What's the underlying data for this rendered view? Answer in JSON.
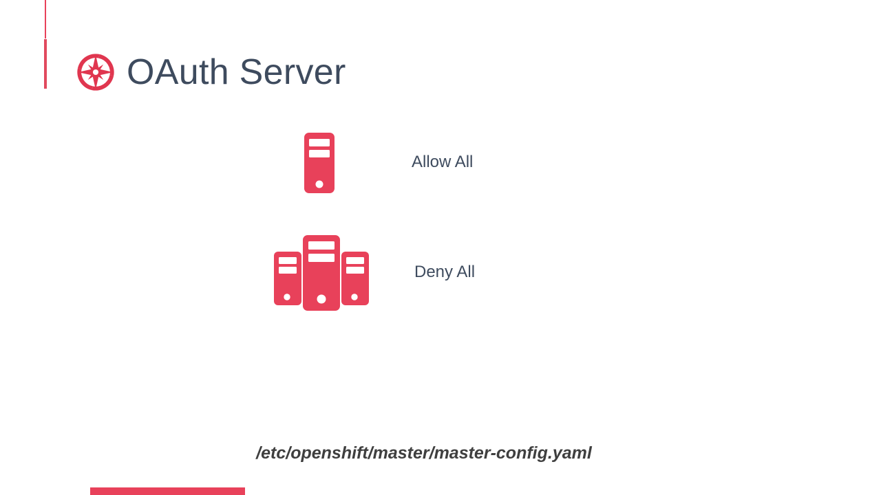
{
  "slide": {
    "title": "OAuth Server",
    "logo_icon": "compass-rose-icon",
    "accent_color": "#e8415a",
    "title_color": "#3e4b5e",
    "background_color": "#ffffff"
  },
  "options": [
    {
      "id": "allow-all",
      "label": "Allow All",
      "icon": "server-tower-icon",
      "icon_count": 1
    },
    {
      "id": "deny-all",
      "label": "Deny All",
      "icon": "server-cluster-icon",
      "icon_count": 3
    }
  ],
  "footer": {
    "config_path": "/etc/openshift/master/master-config.yaml",
    "bar_color": "#e8415a"
  }
}
